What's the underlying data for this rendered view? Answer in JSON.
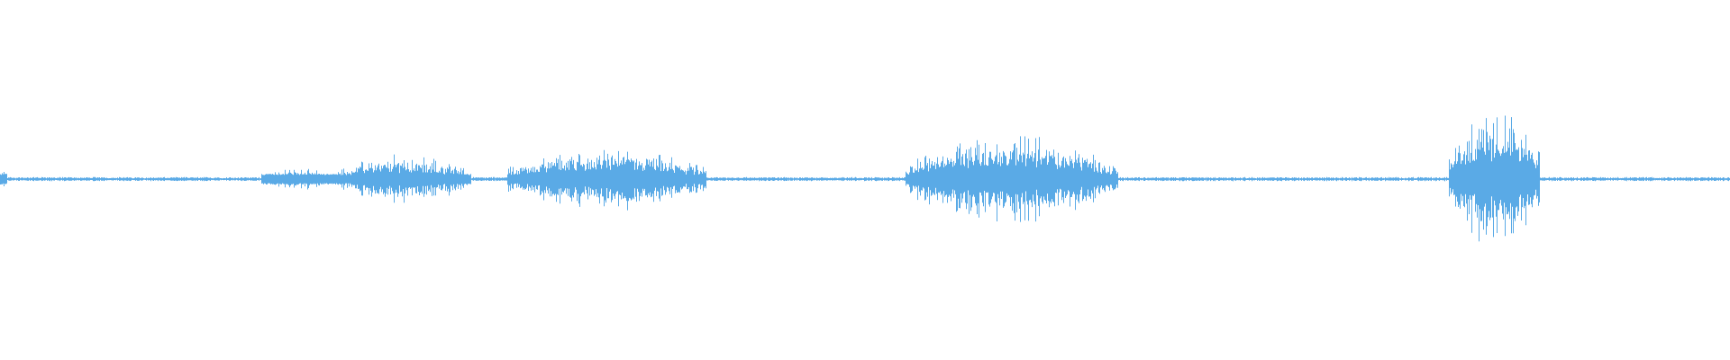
{
  "waveform": {
    "color": "#5aaae6",
    "background": "#ffffff",
    "baseline_amplitude": 0.012,
    "bursts": [
      {
        "start": 0.0,
        "end": 0.004,
        "amplitude": 0.06
      },
      {
        "start": 0.151,
        "end": 0.195,
        "amplitude": 0.06
      },
      {
        "start": 0.195,
        "end": 0.272,
        "amplitude": 0.14
      },
      {
        "start": 0.293,
        "end": 0.408,
        "amplitude": 0.18
      },
      {
        "start": 0.523,
        "end": 0.646,
        "amplitude": 0.25
      },
      {
        "start": 0.837,
        "end": 0.89,
        "amplitude": 0.4
      }
    ]
  }
}
